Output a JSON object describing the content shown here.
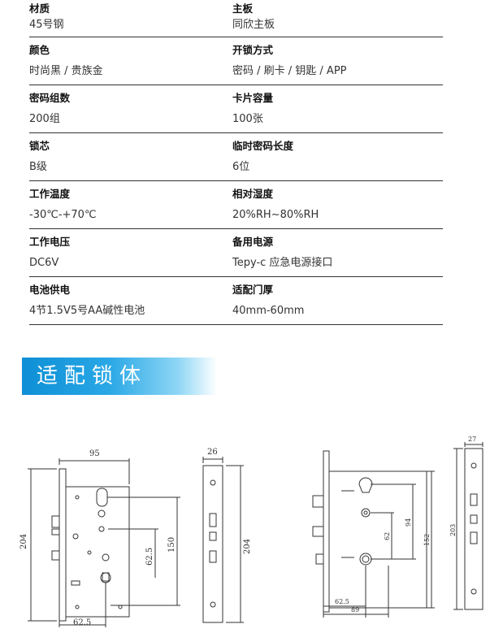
{
  "specs": [
    {
      "left": {
        "label": "材质",
        "value": "45号钢"
      },
      "right": {
        "label": "主板",
        "value": "同欣主板"
      }
    },
    {
      "left": {
        "label": "颜色",
        "value": "时尚黑 / 贵族金"
      },
      "right": {
        "label": "开锁方式",
        "value": "密码 / 刷卡 / 钥匙 / APP"
      }
    },
    {
      "left": {
        "label": "密码组数",
        "value": "200组"
      },
      "right": {
        "label": "卡片容量",
        "value": "100张"
      }
    },
    {
      "left": {
        "label": "锁芯",
        "value": "B级"
      },
      "right": {
        "label": "临时密码长度",
        "value": "6位"
      }
    },
    {
      "left": {
        "label": "工作温度",
        "value": "-30℃-+70℃"
      },
      "right": {
        "label": "相对湿度",
        "value": "20%RH~80%RH"
      }
    },
    {
      "left": {
        "label": "工作电压",
        "value": "DC6V"
      },
      "right": {
        "label": "备用电源",
        "value": "Tepy-c 应急电源接口"
      }
    },
    {
      "left": {
        "label": "电池供电",
        "value": "4节1.5V5号AA碱性电池"
      },
      "right": {
        "label": "适配门厚",
        "value": "40mm-60mm"
      }
    }
  ],
  "section_title": "适配锁体",
  "drawing1": {
    "dims": [
      "95",
      "204",
      "150",
      "62.5",
      "62.5"
    ]
  },
  "drawing2": {
    "dims": [
      "26",
      "204"
    ]
  },
  "drawing3": {
    "dims": [
      "62",
      "94",
      "152",
      "62.5",
      "89"
    ]
  },
  "drawing4": {
    "dims": [
      "27",
      "203"
    ]
  },
  "colors": {
    "banner": "#1a9be0",
    "line": "#333333"
  }
}
